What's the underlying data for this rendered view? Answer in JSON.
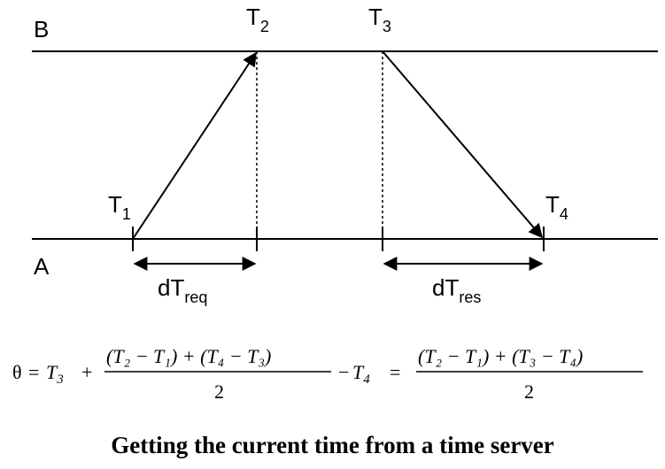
{
  "diagram": {
    "labels": {
      "b": "B",
      "a": "A",
      "t": "T",
      "t1_sub": "1",
      "t2_sub": "2",
      "t3_sub": "3",
      "t4_sub": "4",
      "dt": "dT",
      "dtreq_sub": "req",
      "dtres_sub": "res"
    }
  },
  "formula": {
    "theta": "θ",
    "equals": "=",
    "plus": "+",
    "minus": "−",
    "t": "T",
    "two": "2",
    "numerator_left": "(T₂ − T₁) + (T₄ − T₃)",
    "numerator_right": "(T₂ − T₁) + (T₃ − T₄)",
    "s3": "3",
    "s4": "4"
  },
  "caption": "Getting the current time from a time server"
}
